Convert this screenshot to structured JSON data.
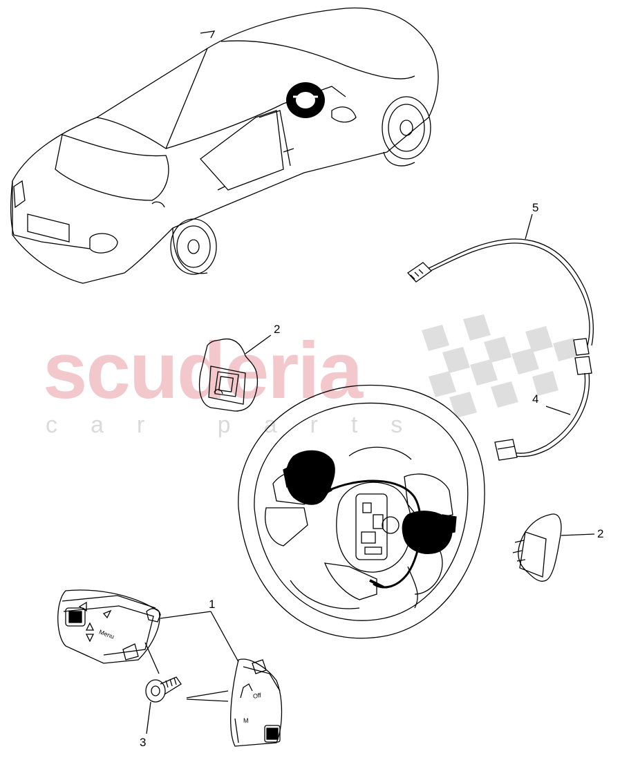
{
  "watermark": {
    "brand": "scuderia",
    "tagline": "car parts",
    "brand_color": "#f2c8cc",
    "tagline_color": "#dadada"
  },
  "callouts": {
    "part_1": "1",
    "part_2_upper": "2",
    "part_2_right": "2",
    "part_3": "3",
    "part_4": "4",
    "part_5": "5"
  },
  "switch_labels": {
    "menu": "Menu",
    "off": "Off",
    "mute": "M"
  },
  "colors": {
    "line": "#000000",
    "background": "#ffffff",
    "checker": "#d8d8d8"
  }
}
